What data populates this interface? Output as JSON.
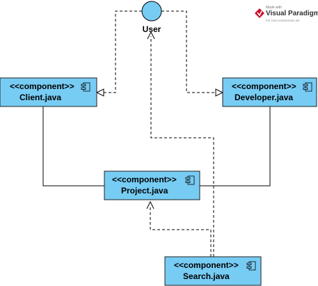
{
  "diagram": {
    "actor": {
      "label": "User"
    },
    "components": [
      {
        "key": "client",
        "stereotype": "<<component>>",
        "name": "Client.java"
      },
      {
        "key": "developer",
        "stereotype": "<<component>>",
        "name": "Developer.java"
      },
      {
        "key": "project",
        "stereotype": "<<component>>",
        "name": "Project.java"
      },
      {
        "key": "search",
        "stereotype": "<<component>>",
        "name": "Search.java"
      }
    ]
  },
  "watermark": {
    "small": "Made with",
    "brand": "Visual Paradigm",
    "tag": "For non-commercial use"
  },
  "colors": {
    "component_fill": "#77CCF4",
    "component_border": "#1F1F1F",
    "actor_fill": "#77CCF4",
    "line": "#000000",
    "brand_red": "#C8102E"
  }
}
